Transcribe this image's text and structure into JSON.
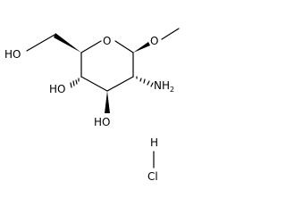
{
  "molecule": {
    "atoms": {
      "ring_oxygen": "O",
      "methoxy_oxygen": "O",
      "hydroxymethyl_oh": "HO",
      "c4_oh": "HO",
      "c3_oh": "HO",
      "amine": "NH",
      "amine_subscript": "2"
    },
    "salt": {
      "hydrogen": "H",
      "chlorine": "Cl"
    }
  }
}
